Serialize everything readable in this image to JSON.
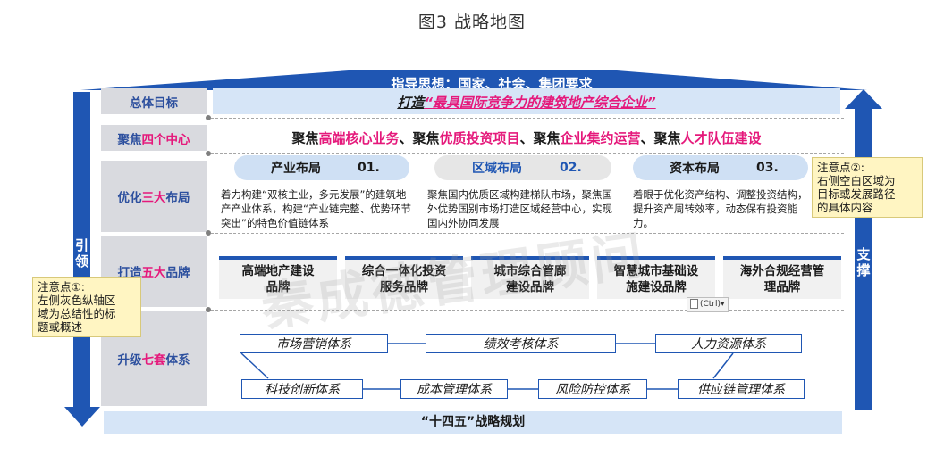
{
  "caption": "图3 战略地图",
  "roof_text": "指导思想：国家、社会、集团要求",
  "left_arrow_text": "引领",
  "right_arrow_text": "支撑",
  "rows": {
    "goal_label": [
      "总体目标",
      ""
    ],
    "focus_label": [
      "聚焦",
      "四个中心"
    ],
    "optimize_label": [
      "优化",
      "三大",
      "布局"
    ],
    "brand_label": [
      "打造",
      "五大",
      "品牌"
    ],
    "system_label": [
      "升级",
      "七套",
      "体系"
    ]
  },
  "goal": {
    "p1": "打造",
    "p2": "“最具国际竞争力的",
    "p3": "建筑地产综合企业",
    "p4": "”"
  },
  "focus": [
    {
      "prefix": "聚焦",
      "hl": "高端核心业务"
    },
    {
      "prefix": "、聚焦",
      "hl": "优质投资项目"
    },
    {
      "prefix": "、聚焦",
      "hl": "企业集约运营"
    },
    {
      "prefix": "、聚焦",
      "hl": "人才队伍建设"
    }
  ],
  "layouts": [
    {
      "title": "产业布局",
      "num": "01.",
      "desc": "着力构建“双核主业，多元发展”的建筑地产产业体系，构建“产业链完整、优势环节突出”的特色价值链体系"
    },
    {
      "title": "区域布局",
      "num": "02.",
      "desc": "聚焦国内优质区域构建梯队市场，聚焦国外优势国别市场打造区域经营中心，实现国内外协同发展"
    },
    {
      "title": "资本布局",
      "num": "03.",
      "desc": "着眼于优化资产结构、调整投资结构，提升资产周转效率，动态保有投资能力。"
    }
  ],
  "brands": [
    [
      "高端地产建设",
      "品牌"
    ],
    [
      "综合一体化投资",
      "服务品牌"
    ],
    [
      "城市综合管廊",
      "建设品牌"
    ],
    [
      "智慧城市基础设",
      "施建设品牌"
    ],
    [
      "海外合规经营管",
      "理品牌"
    ]
  ],
  "systems_top": [
    "市场营销体系",
    "绩效考核体系",
    "人力资源体系"
  ],
  "systems_bottom": [
    "科技创新体系",
    "成本管理体系",
    "风险防控体系",
    "供应链管理体系"
  ],
  "bottom_bar": "“十四五”战略规划",
  "note_left": [
    "注意点①:",
    "左侧灰色纵轴区",
    "域为总结性的标",
    "题或概述"
  ],
  "note_right": [
    "注意点②:",
    "右侧空白区域为",
    "目标或发展路径",
    "的具体内容"
  ],
  "watermark": "秦成德管理顾问",
  "ctrl_tag": "(Ctrl)▾"
}
